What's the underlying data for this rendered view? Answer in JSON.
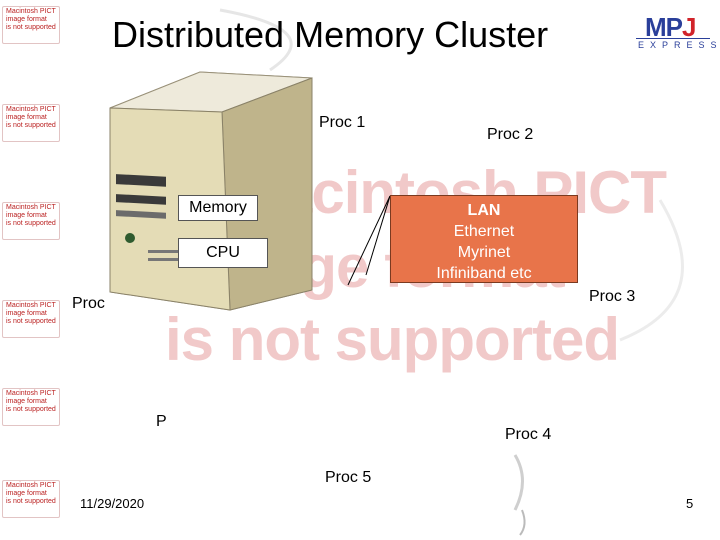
{
  "slide": {
    "title": "Distributed Memory Cluster",
    "date": "11/29/2020",
    "page_number": "5"
  },
  "logo": {
    "mp": "MP",
    "j": "J",
    "sub": "EXPRESS",
    "brand_blue": "#2a3f9a",
    "brand_red": "#d1232a"
  },
  "server": {
    "memory_label": "Memory",
    "cpu_label": "CPU"
  },
  "network": {
    "title": "LAN",
    "lines": [
      "Ethernet",
      "Myrinet",
      "Infiniband etc"
    ],
    "color": "#e8744a"
  },
  "processes": {
    "p1": "Proc 1",
    "p2": "Proc 2",
    "p3": "Proc 3",
    "p4": "Proc 4",
    "p5": "Proc 5",
    "p6_partial": "Proc",
    "p7_partial": "P"
  },
  "placeholder": {
    "badge_line1": "Macintosh PICT",
    "badge_line2": "image format",
    "badge_line3": "is not supported",
    "wm_line1": "Macintosh PICT",
    "wm_line2": "image format",
    "wm_line3": "is not supported"
  }
}
